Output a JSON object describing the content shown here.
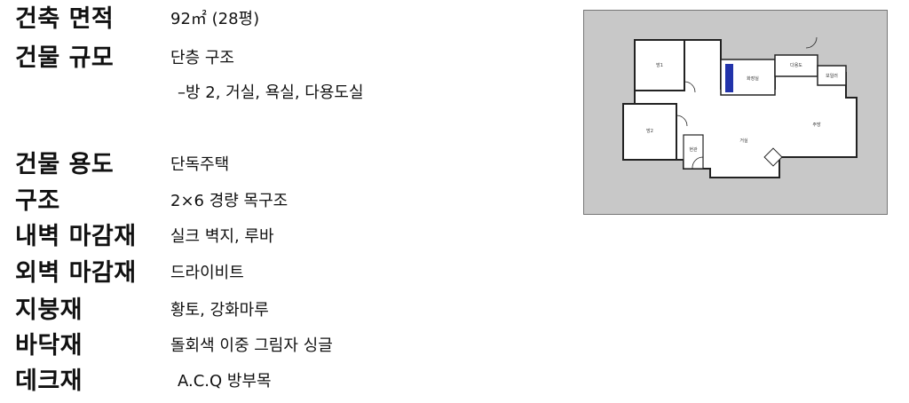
{
  "specs": [
    {
      "label": "건축 면적",
      "value": "92㎡ (28평)"
    },
    {
      "label": "건물 규모",
      "value": "단층 구조",
      "sub": "–방 2, 거실, 욕실, 다용도실"
    },
    {
      "label": "건물 용도",
      "value": "단독주택"
    },
    {
      "label": "구조",
      "value": "2×6 경량 목구조"
    },
    {
      "label": "내벽 마감재",
      "value": "실크 벽지, 루바"
    },
    {
      "label": "외벽 마감재",
      "value": "드라이비트"
    },
    {
      "label": "지붕재",
      "value": "황토, 강화마루"
    },
    {
      "label": "바닥재",
      "value": "돌회색 이중 그림자 싱글"
    },
    {
      "label": "데크재",
      "value": "A.C.Q 방부목"
    }
  ],
  "floorplan": {
    "rooms": [
      "방1",
      "방2",
      "화장실",
      "다용도",
      "보일러",
      "현관",
      "거실",
      "주방"
    ],
    "colors": {
      "background": "#c8c8c8",
      "floor": "#ffffff",
      "wall": "#222222",
      "accent": "#2233aa"
    }
  }
}
